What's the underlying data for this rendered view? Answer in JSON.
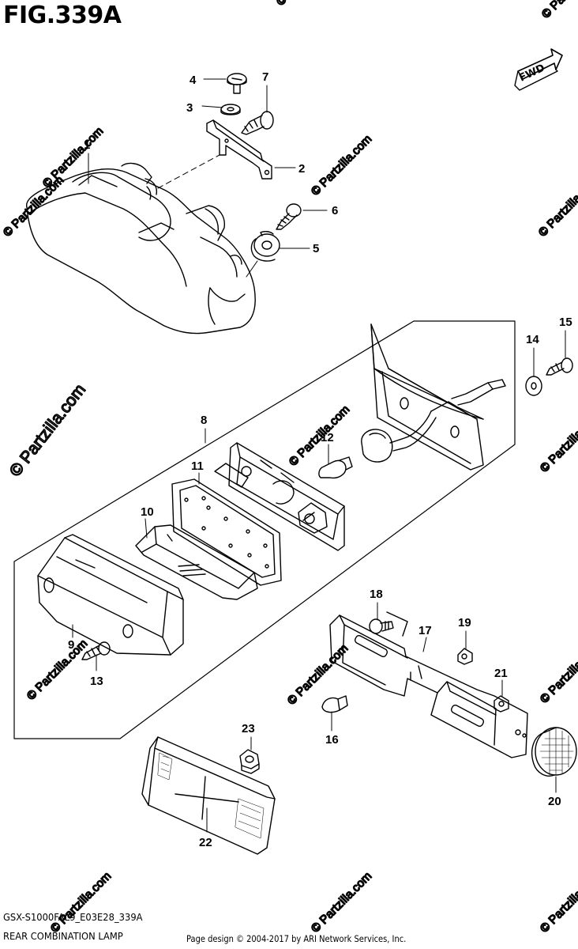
{
  "figure": {
    "title": "FIG.339A",
    "code": "GSX-S1000FAL9_E03E28_339A",
    "name": "REAR COMBINATION LAMP",
    "credit": "Page design © 2004-2017 by ARI Network Services, Inc.",
    "watermark": "© Partzilla.com",
    "fwd_label": "FWD"
  },
  "callouts": [
    "1",
    "2",
    "3",
    "4",
    "5",
    "6",
    "7",
    "8",
    "9",
    "10",
    "11",
    "12",
    "13",
    "14",
    "15",
    "16",
    "17",
    "18",
    "19",
    "20",
    "21",
    "22",
    "23"
  ]
}
